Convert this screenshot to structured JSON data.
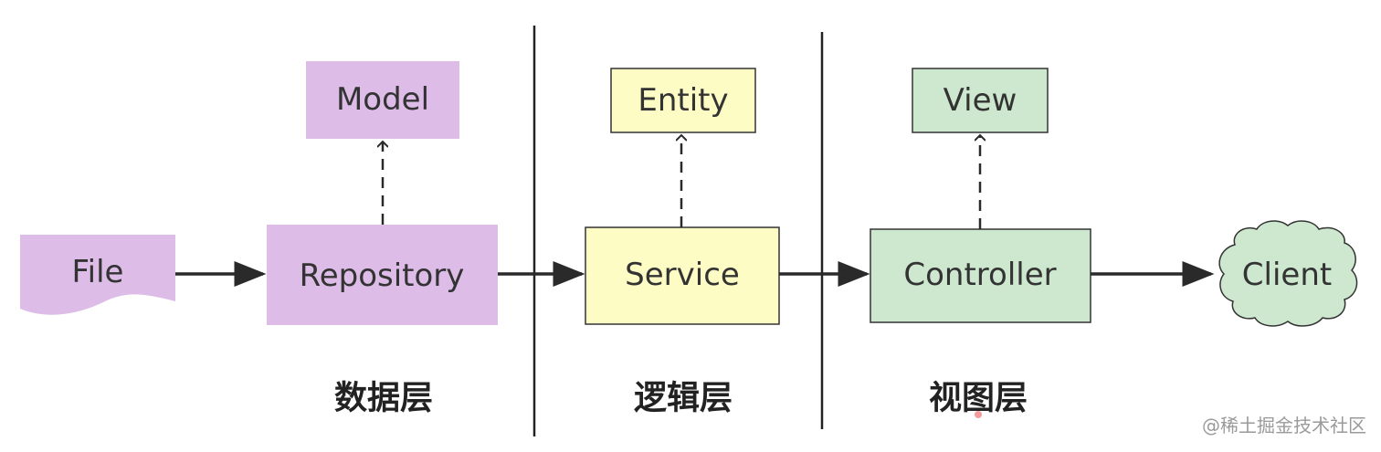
{
  "colors": {
    "purple_fill": "#ddbde8",
    "yellow_fill": "#fdfcc4",
    "green_fill": "#cde8cf",
    "stroke": "#333333",
    "arrow": "#2a2a2a"
  },
  "nodes": {
    "file": "File",
    "repository": "Repository",
    "model": "Model",
    "service": "Service",
    "entity": "Entity",
    "controller": "Controller",
    "view": "View",
    "client": "Client"
  },
  "layers": {
    "data": "数据层",
    "logic": "逻辑层",
    "view": "视图层"
  },
  "watermark": "@稀土掘金技术社区"
}
